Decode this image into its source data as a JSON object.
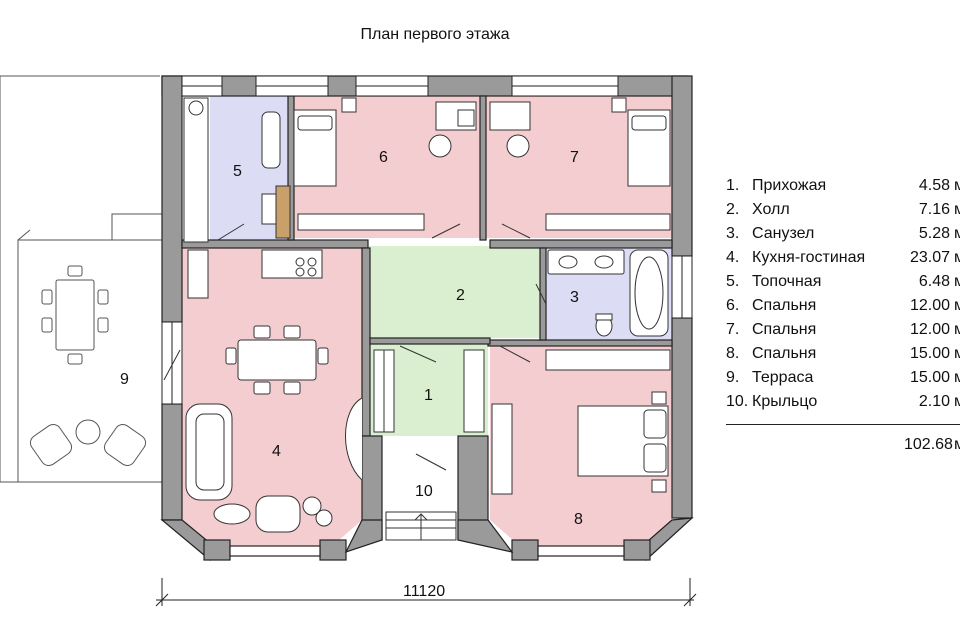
{
  "title": "План первого этажа",
  "rooms": [
    {
      "num": "1.",
      "name": "Прихожая",
      "area": "4.58",
      "unit": "м"
    },
    {
      "num": "2.",
      "name": "Холл",
      "area": "7.16",
      "unit": "м"
    },
    {
      "num": "3.",
      "name": "Санузел",
      "area": "5.28",
      "unit": "м"
    },
    {
      "num": "4.",
      "name": "Кухня-гостиная",
      "area": "23.07",
      "unit": "м"
    },
    {
      "num": "5.",
      "name": "Топочная",
      "area": "6.48",
      "unit": "м"
    },
    {
      "num": "6.",
      "name": "Спальня",
      "area": "12.00",
      "unit": "м"
    },
    {
      "num": "7.",
      "name": "Спальня",
      "area": "12.00",
      "unit": "м"
    },
    {
      "num": "8.",
      "name": "Спальня",
      "area": "15.00",
      "unit": "м"
    },
    {
      "num": "9.",
      "name": "Терраса",
      "area": "15.00",
      "unit": "м"
    },
    {
      "num": "10.",
      "name": "Крыльцо",
      "area": "2.10",
      "unit": "м"
    }
  ],
  "total": {
    "area": "102.68",
    "unit": "м"
  },
  "dimension": "11120",
  "plan_labels": [
    "1",
    "2",
    "3",
    "4",
    "5",
    "6",
    "7",
    "8",
    "9",
    "10"
  ],
  "colors": {
    "bedroom": "#f4cdd1",
    "living": "#f4cdd1",
    "hall": "#d9efcf",
    "bath": "#dcdcf5",
    "wall": "#9a9a9a"
  }
}
